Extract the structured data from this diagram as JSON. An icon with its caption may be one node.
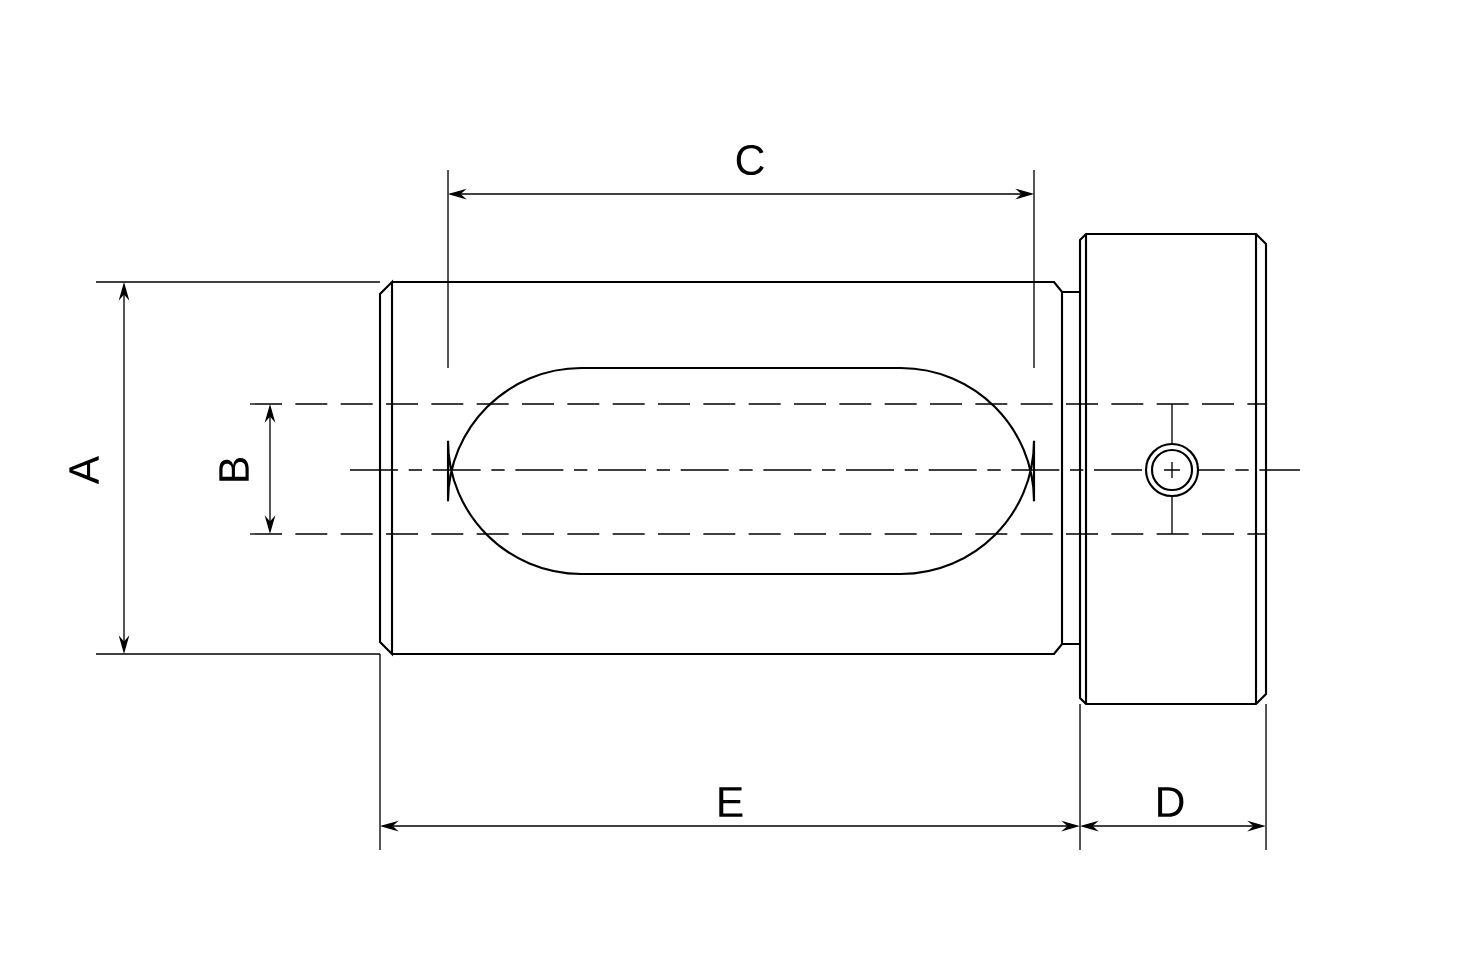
{
  "diagram": {
    "labels": [
      "C",
      "A",
      "B",
      "E",
      "D"
    ]
  }
}
